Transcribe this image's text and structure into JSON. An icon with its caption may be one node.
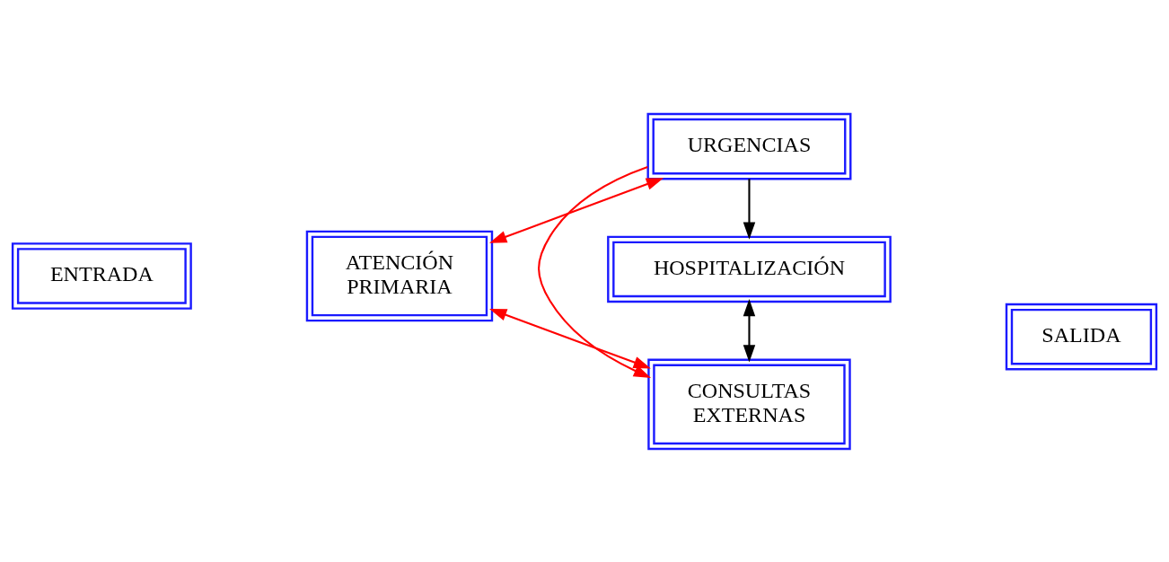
{
  "diagram": {
    "nodes": [
      {
        "text": [
          "ENTRADA"
        ]
      },
      {
        "text": [
          "ATENCIÓN PRIMARIA"
        ]
      },
      {
        "text": [
          "URGENCIAS"
        ]
      },
      {
        "text": [
          "HOSPITALIZACIÓN"
        ]
      },
      {
        "text": [
          "CONSULTAS EXTERNAS"
        ]
      },
      {
        "text": [
          "SALIDA"
        ]
      }
    ],
    "edges": [
      {
        "from": 1,
        "to": 2,
        "arrow": "both"
      },
      {
        "from": 2,
        "to": 3,
        "arrow": "to",
        "color": "#000000"
      },
      {
        "from": 3,
        "to": 4,
        "arrow": "both",
        "color": "#000000"
      },
      {
        "from": 1,
        "to": 4,
        "arrow": "both"
      },
      {
        "from": 2,
        "to": 4,
        "arrow": "to"
      }
    ]
  }
}
